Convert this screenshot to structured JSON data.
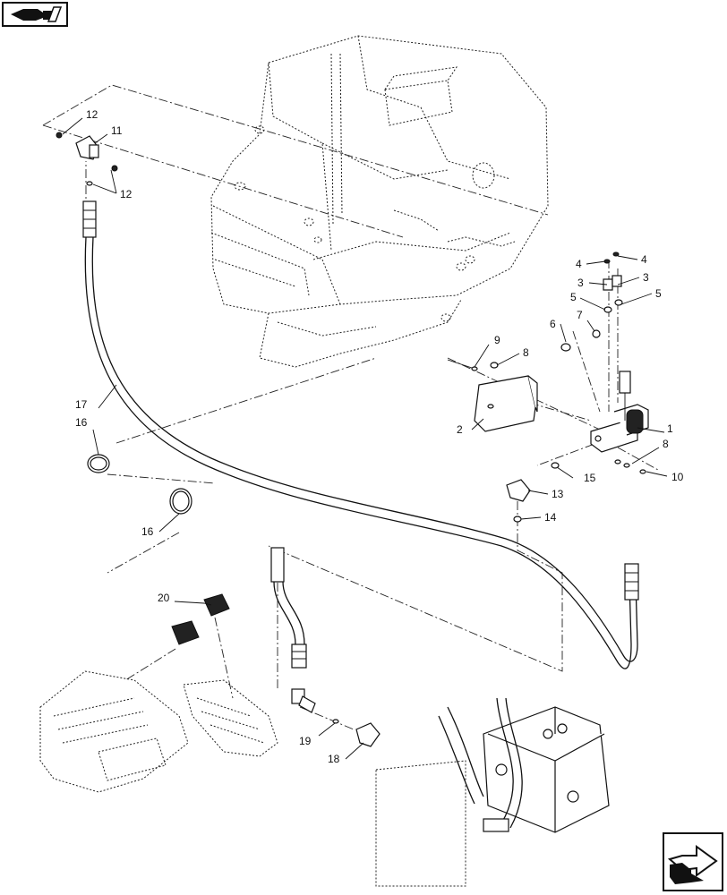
{
  "callouts": [
    {
      "id": "c1",
      "text": "1"
    },
    {
      "id": "c2",
      "text": "2"
    },
    {
      "id": "c3a",
      "text": "3"
    },
    {
      "id": "c3b",
      "text": "3"
    },
    {
      "id": "c4a",
      "text": "4"
    },
    {
      "id": "c4b",
      "text": "4"
    },
    {
      "id": "c5a",
      "text": "5"
    },
    {
      "id": "c5b",
      "text": "5"
    },
    {
      "id": "c6",
      "text": "6"
    },
    {
      "id": "c7",
      "text": "7"
    },
    {
      "id": "c8a",
      "text": "8"
    },
    {
      "id": "c8b",
      "text": "8"
    },
    {
      "id": "c9",
      "text": "9"
    },
    {
      "id": "c10",
      "text": "10"
    },
    {
      "id": "c11",
      "text": "11"
    },
    {
      "id": "c12a",
      "text": "12"
    },
    {
      "id": "c12b",
      "text": "12"
    },
    {
      "id": "c13",
      "text": "13"
    },
    {
      "id": "c14",
      "text": "14"
    },
    {
      "id": "c15",
      "text": "15"
    },
    {
      "id": "c16a",
      "text": "16"
    },
    {
      "id": "c16b",
      "text": "16"
    },
    {
      "id": "c17",
      "text": "17"
    },
    {
      "id": "c18",
      "text": "18"
    },
    {
      "id": "c19",
      "text": "19"
    },
    {
      "id": "c20",
      "text": "20"
    }
  ],
  "nav": {
    "prev_icon": "hand-pointing-left-icon",
    "next_icon": "hand-pointing-right-icon"
  }
}
